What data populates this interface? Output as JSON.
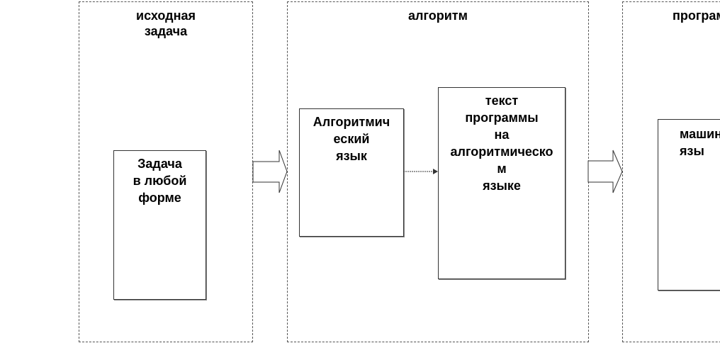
{
  "panels": {
    "source": {
      "title": "исходная\nзадача"
    },
    "algorithm": {
      "title": "алгоритм"
    },
    "program": {
      "title": "програм"
    }
  },
  "boxes": {
    "task": {
      "text": "Задача\nв любой\nформе"
    },
    "language": {
      "text": "Алгоритмич\nеский\nязык"
    },
    "program_text": {
      "text": "текст\nпрограммы\nна\nалгоритмическо\nм\nязыке"
    },
    "machine": {
      "text": "машин\nязы"
    }
  }
}
